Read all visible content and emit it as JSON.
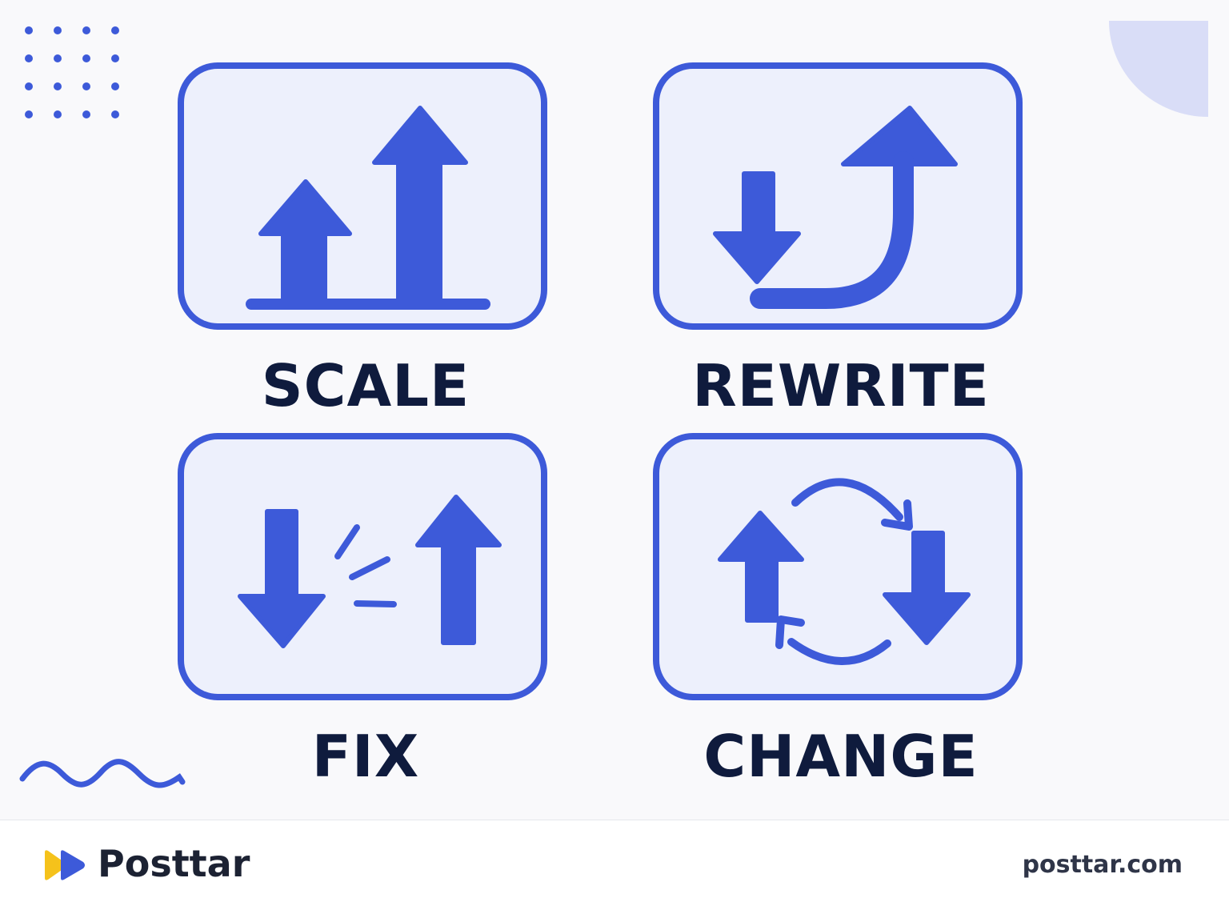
{
  "cards": [
    {
      "label": "SCALE",
      "icon": "two-up-arrows-growth-icon"
    },
    {
      "label": "REWRITE",
      "icon": "down-arrow-curving-up-icon"
    },
    {
      "label": "FIX",
      "icon": "broken-down-up-arrows-icon"
    },
    {
      "label": "CHANGE",
      "icon": "cycle-up-down-arrows-icon"
    }
  ],
  "footer": {
    "brand_name": "Posttar",
    "website": "posttar.com"
  },
  "colors": {
    "accent": "#3d5ad9",
    "card_fill": "#edf0fc",
    "label_text": "#0f1b3d",
    "logo_yellow": "#f5c21b",
    "corner_shape": "#d9ddf7"
  }
}
